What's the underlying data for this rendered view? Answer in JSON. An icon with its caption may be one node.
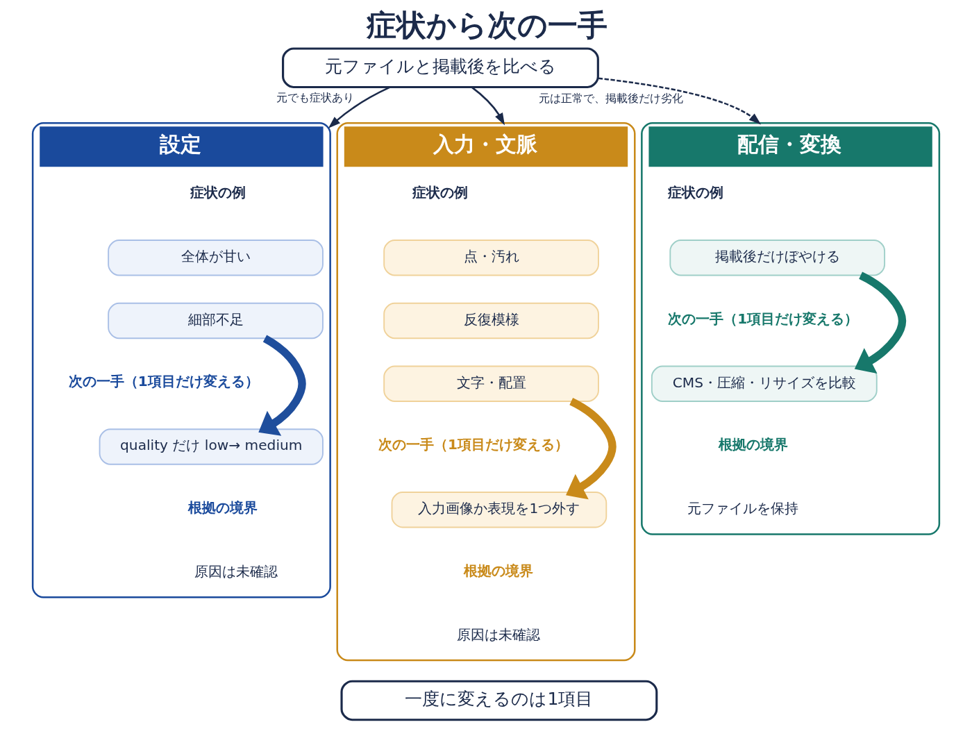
{
  "diagram": {
    "title": "症状から次の一手",
    "nodes": [
      {
        "text": [
          "元ファイルと掲載後を比べる"
        ]
      },
      {
        "text": [
          "設定"
        ]
      },
      {
        "text": [
          "全体が甘い"
        ],
        "in": 1
      },
      {
        "text": [
          "細部不足"
        ],
        "in": 1
      },
      {
        "text": [
          "quality だけ low→ medium"
        ],
        "in": 1
      },
      {
        "text": [
          "入力・文脈"
        ]
      },
      {
        "text": [
          "点・汚れ"
        ],
        "in": 5
      },
      {
        "text": [
          "反復模様"
        ],
        "in": 5
      },
      {
        "text": [
          "文字・配置"
        ],
        "in": 5
      },
      {
        "text": [
          "入力画像か表現を1つ外す"
        ],
        "in": 5
      },
      {
        "text": [
          "配信・変換"
        ]
      },
      {
        "text": [
          "掲載後だけぼやける"
        ],
        "in": 10
      },
      {
        "text": [
          "CMS・圧縮・リサイズを比較"
        ],
        "in": 10
      },
      {
        "text": [
          "一度に変えるのは1項目"
        ]
      }
    ],
    "edges": [
      {
        "from": 0,
        "to": 1,
        "arrow": "to",
        "label": "元でも症状あり"
      },
      {
        "from": 0,
        "to": 5,
        "arrow": "to"
      },
      {
        "from": 0,
        "to": 10,
        "arrow": "to",
        "style": "dashed",
        "label": "元は正常で、掲載後だけ劣化"
      },
      {
        "from": 3,
        "to": 4,
        "arrow": "to",
        "style": "thick",
        "color": "#1f4e9c"
      },
      {
        "from": 8,
        "to": 9,
        "arrow": "to",
        "style": "thick",
        "color": "#c98a1a"
      },
      {
        "from": 11,
        "to": 12,
        "arrow": "to",
        "style": "thick",
        "color": "#17786b"
      }
    ],
    "labels": [
      "症状の例",
      "次の一手（1項目だけ変える）",
      "根拠の境界",
      "原因は未確認",
      "症状の例",
      "次の一手（1項目だけ変える）",
      "根拠の境界",
      "原因は未確認",
      "症状の例",
      "次の一手（1項目だけ変える）",
      "根拠の境界",
      "元ファイルを保持"
    ]
  }
}
